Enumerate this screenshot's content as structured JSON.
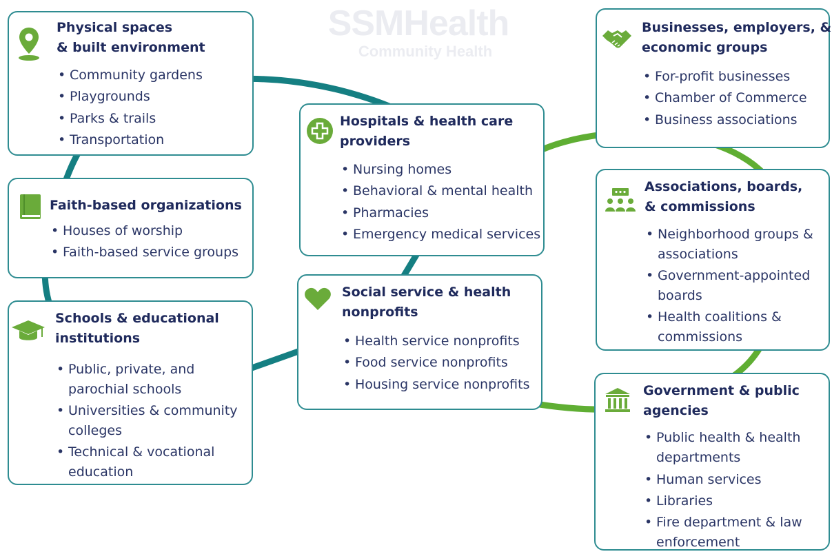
{
  "watermark": {
    "logo_text": "SSMHealth",
    "subtitle": "Community Health"
  },
  "colors": {
    "teal": "#157f82",
    "green": "#5fae33",
    "title": "#1f2a5c",
    "text": "#2a3565",
    "border": "#2e8c91"
  },
  "boxes": {
    "physical": {
      "icon": "map-pin-icon",
      "title": [
        "Physical spaces",
        "& built environment"
      ],
      "items": [
        [
          "Community gardens"
        ],
        [
          "Playgrounds"
        ],
        [
          "Parks & trails"
        ],
        [
          "Transportation"
        ]
      ]
    },
    "faith": {
      "icon": "book-icon",
      "title": [
        "Faith-based organizations"
      ],
      "items": [
        [
          "Houses of worship"
        ],
        [
          "Faith-based service groups"
        ]
      ]
    },
    "schools": {
      "icon": "graduation-cap-icon",
      "title": [
        "Schools & educational",
        "institutions"
      ],
      "items": [
        [
          "Public, private, and",
          "parochial schools"
        ],
        [
          "Universities & community",
          "colleges"
        ],
        [
          "Technical & vocational",
          "education"
        ]
      ]
    },
    "hospitals": {
      "icon": "medical-cross-icon",
      "title": [
        "Hospitals & health care",
        "providers"
      ],
      "items": [
        [
          "Nursing homes"
        ],
        [
          "Behavioral & mental health"
        ],
        [
          "Pharmacies"
        ],
        [
          "Emergency medical services"
        ]
      ]
    },
    "social": {
      "icon": "heart-icon",
      "title": [
        "Social service & health",
        "nonprofits"
      ],
      "items": [
        [
          "Health service nonprofits"
        ],
        [
          "Food service nonprofits"
        ],
        [
          "Housing service nonprofits"
        ]
      ]
    },
    "business": {
      "icon": "handshake-icon",
      "title": [
        "Businesses, employers, &",
        "economic groups"
      ],
      "items": [
        [
          "For-profit businesses"
        ],
        [
          "Chamber of Commerce"
        ],
        [
          "Business associations"
        ]
      ]
    },
    "associations": {
      "icon": "meeting-icon",
      "title": [
        "Associations, boards,",
        "& commissions"
      ],
      "items": [
        [
          "Neighborhood groups &",
          "associations"
        ],
        [
          "Government-appointed",
          "boards"
        ],
        [
          "Health coalitions &",
          "commissions"
        ]
      ]
    },
    "government": {
      "icon": "government-building-icon",
      "title": [
        "Government & public",
        "agencies"
      ],
      "items": [
        [
          "Public health & health",
          "departments"
        ],
        [
          "Human services"
        ],
        [
          "Libraries"
        ],
        [
          "Fire department & law",
          "enforcement"
        ]
      ]
    }
  }
}
